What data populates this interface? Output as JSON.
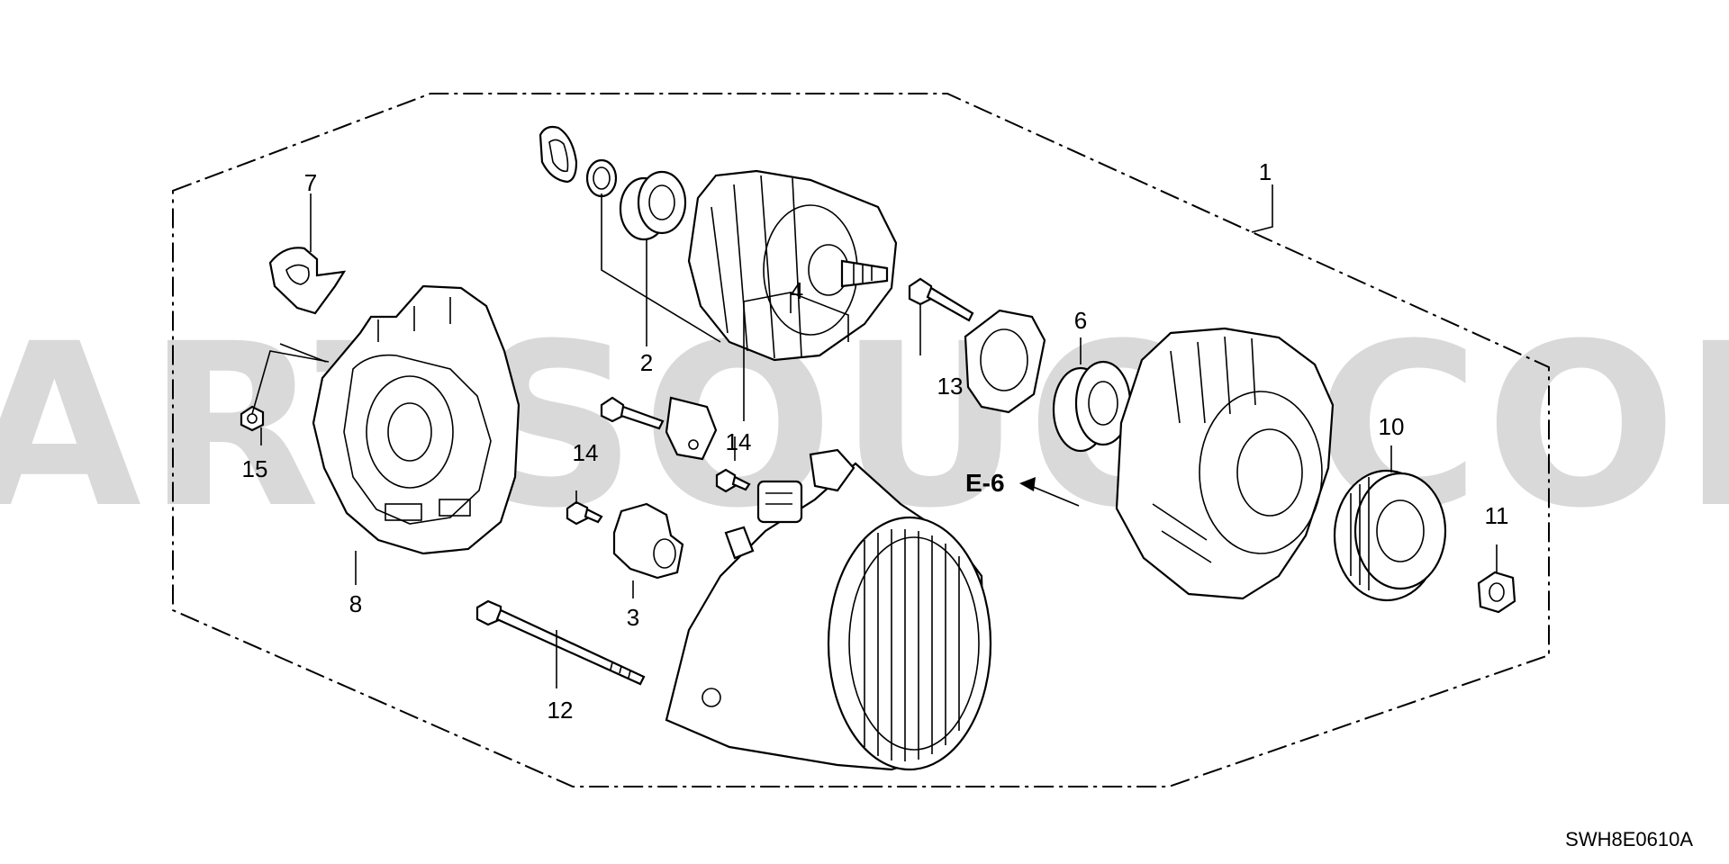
{
  "diagram": {
    "watermark": "PARTSOUQ.COM",
    "drawing_code": "SWH8E0610A",
    "reference_label": "E-6",
    "callouts": {
      "c1": "1",
      "c2": "2",
      "c3": "3",
      "c4": "4",
      "c6": "6",
      "c7": "7",
      "c8": "8",
      "c10": "10",
      "c11": "11",
      "c12": "12",
      "c13": "13",
      "c14a": "14",
      "c14b": "14",
      "c15": "15"
    }
  }
}
